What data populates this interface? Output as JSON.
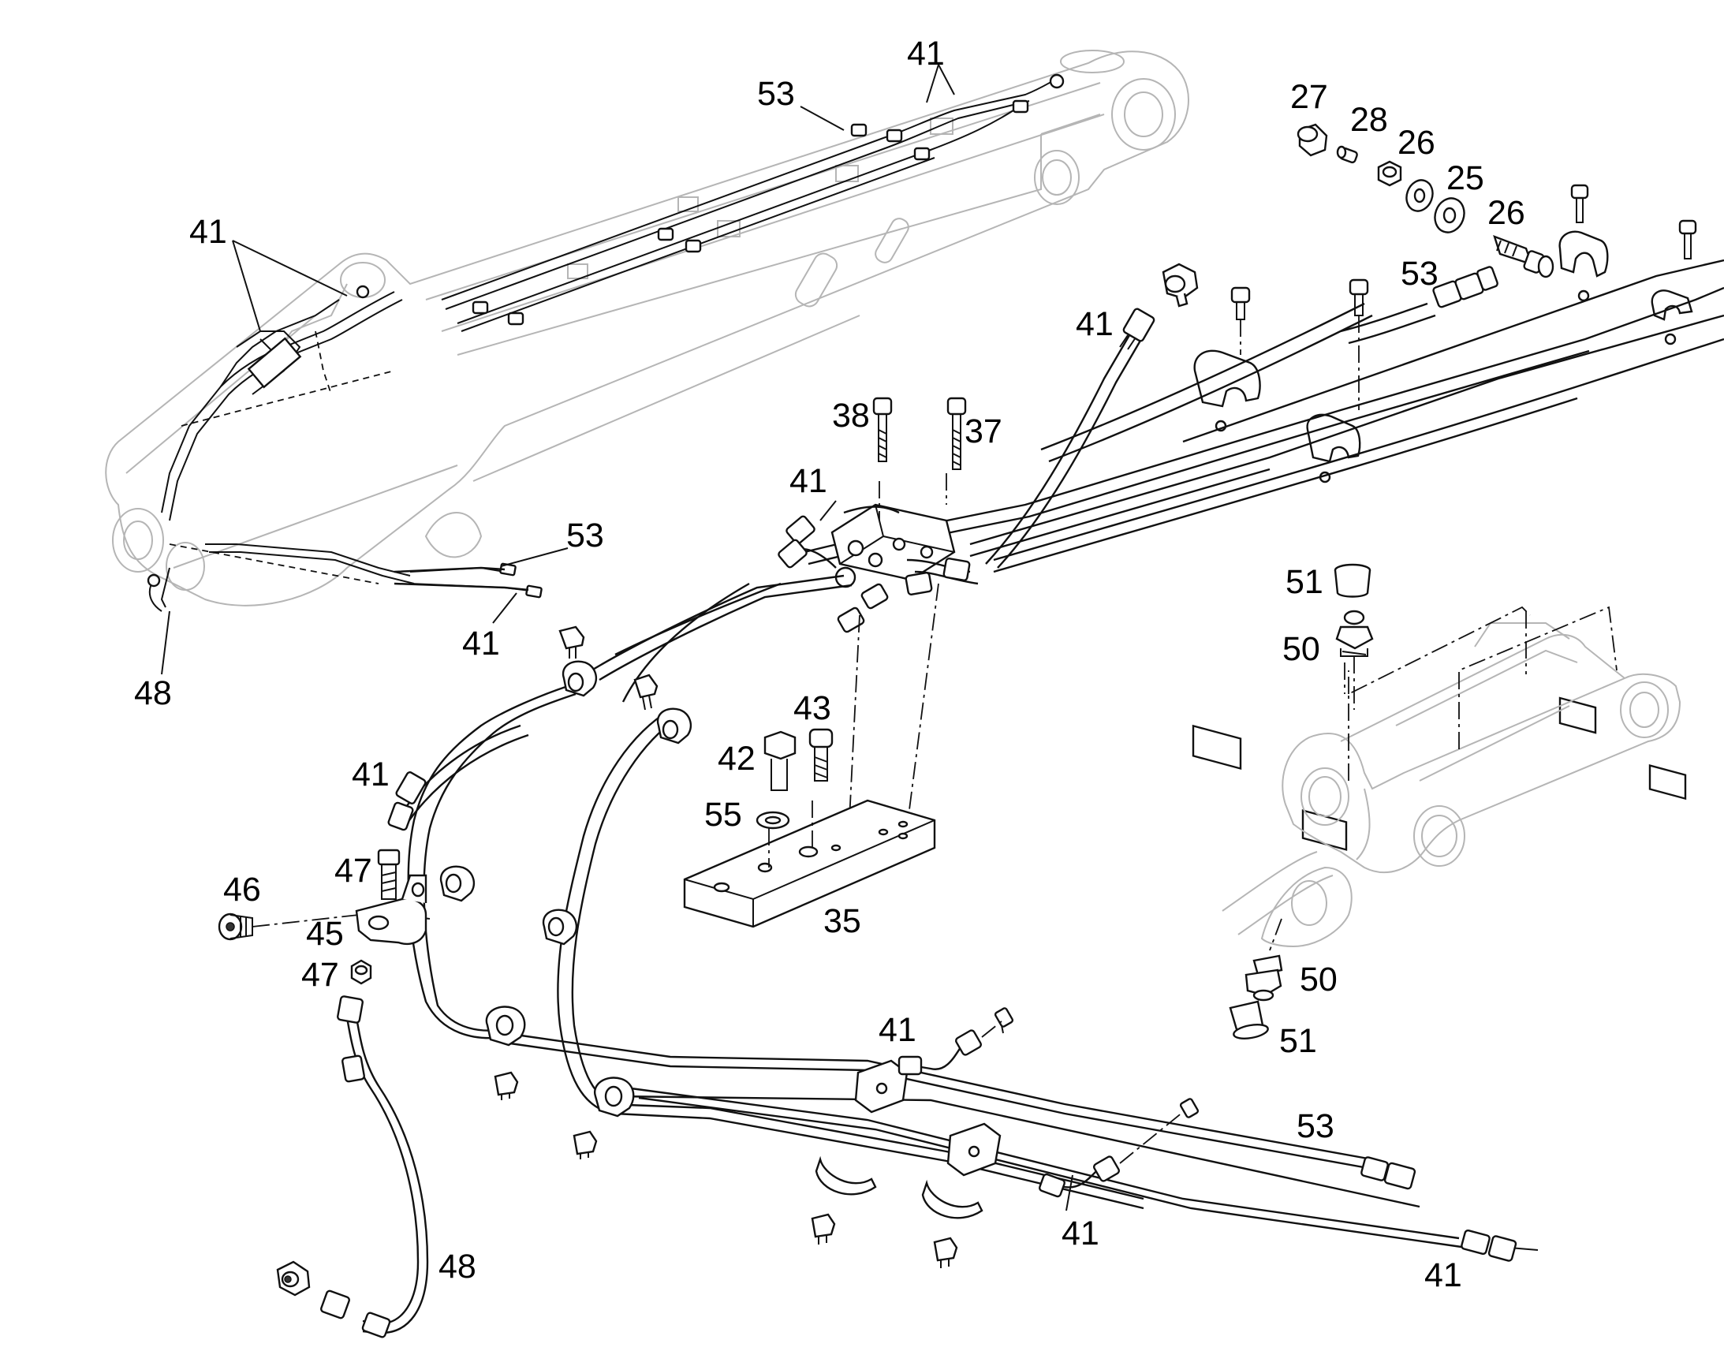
{
  "labels": {
    "l41_boom_top": "41",
    "l53_boom_top": "53",
    "l41_boom_left": "41",
    "l53_boom_bottom": "53",
    "l41_boom_bottom": "41",
    "l48_boom": "48",
    "l27": "27",
    "l28": "28",
    "l26_upper": "26",
    "l25": "25",
    "l26_lower": "26",
    "l53_right_top": "53",
    "l41_elbow": "41",
    "l38": "38",
    "l37": "37",
    "l41_block": "41",
    "l51_top": "51",
    "l50_top": "50",
    "l43": "43",
    "l42": "42",
    "l55": "55",
    "l35": "35",
    "l41_left_hose": "41",
    "l47_upper": "47",
    "l46": "46",
    "l45": "45",
    "l47_lower": "47",
    "l50_bottom": "50",
    "l51_bottom": "51",
    "l41_mid": "41",
    "l53_bottom_right": "53",
    "l41_bottom_mid": "41",
    "l41_bottom_right": "41",
    "l48_bottom": "48"
  }
}
